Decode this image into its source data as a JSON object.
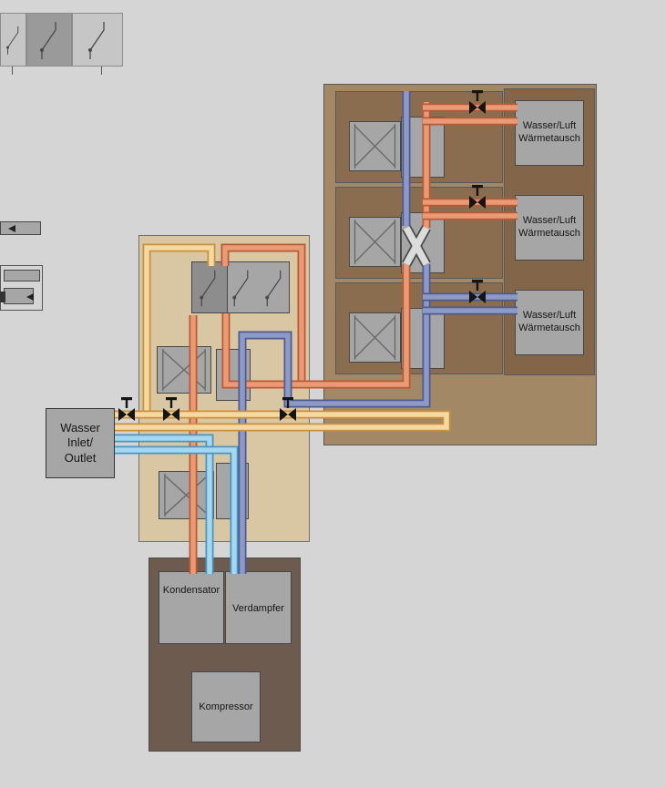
{
  "colors": {
    "canvas": "#d5d5d5",
    "panel_tan": "#d9c7a3",
    "panel_brown": "#a28864",
    "panel_brown_dark": "#8a6c4e",
    "panel_column": "#83664a",
    "panel_umber": "#6e5b4f",
    "box_gray": "#a6a6a6",
    "box_gray_dark": "#8d8d8d",
    "pipe_hot": "#eb9a76",
    "pipe_hot_edge": "#b95a36",
    "pipe_cold": "#8e9ac6",
    "pipe_cold_edge": "#4e5a90",
    "pipe_water": "#a5d7f1",
    "pipe_water_edge": "#4a94c0",
    "pipe_warm": "#f4d9a2",
    "pipe_warm_edge": "#cb8f3e",
    "valve": "#141414"
  },
  "water_box": {
    "label": "Wasser\nInlet/\nOutlet"
  },
  "exchangers": [
    {
      "label": "Wasser/Luft\nWärmetausch"
    },
    {
      "label": "Wasser/Luft\nWärmetausch"
    },
    {
      "label": "Wasser/Luft\nWärmetausch"
    }
  ],
  "bottom": {
    "kondensator": "Kondensator",
    "verdampfer": "Verdampfer",
    "kompressor": "Kompressor"
  }
}
